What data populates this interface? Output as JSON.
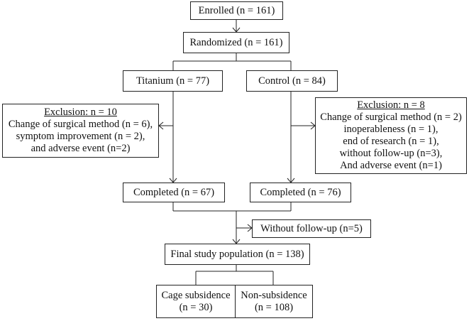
{
  "enrolled": "Enrolled (n = 161)",
  "randomized": "Randomized (n = 161)",
  "titanium": "Titanium (n = 77)",
  "control": "Control (n = 84)",
  "exclusion_left": {
    "title": "Exclusion: n = 10",
    "lines": [
      "Change of surgical method (n = 6),",
      "symptom improvement (n = 2),",
      "and adverse event (n=2)"
    ]
  },
  "exclusion_right": {
    "title": "Exclusion: n = 8",
    "lines": [
      "Change of surgical method (n = 2)",
      "inoperableness (n = 1),",
      "end of research (n = 1),",
      "without follow-up (n=3),",
      "And adverse event (n=1)"
    ]
  },
  "completed_left": "Completed (n = 67)",
  "completed_right": "Completed (n = 76)",
  "without_followup": "Without follow-up (n=5)",
  "final_population": "Final study population (n = 138)",
  "cage_subsidence": [
    "Cage subsidence",
    "(n = 30)"
  ],
  "non_subsidence": [
    "Non-subsidence",
    "(n = 108)"
  ]
}
